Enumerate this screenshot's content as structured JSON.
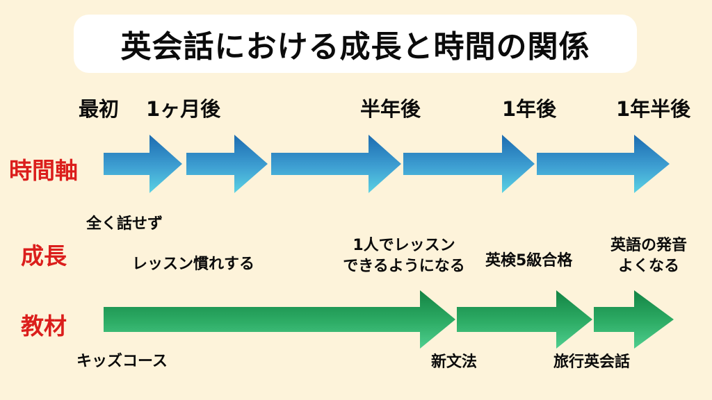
{
  "title": {
    "text": "英会話における成長と時間の関係",
    "box_color": "#FFFFFF",
    "text_color": "#0B0B0B"
  },
  "background_color": "#FDF3DA",
  "accent_colors": {
    "row_label_red": "#DB1E1C",
    "time_arrow_top": "#1C6BB0",
    "time_arrow_bottom": "#5BD2E3",
    "material_arrow_top": "#138343",
    "material_arrow_bottom": "#4FCE8F"
  },
  "timeline": {
    "labels": [
      "最初",
      "1ヶ月後",
      "半年後",
      "1年後",
      "1年半後"
    ]
  },
  "rows": {
    "time": {
      "label": "時間軸"
    },
    "growth": {
      "label": "成長",
      "m1": "全く話せず",
      "m2": "レッスン慣れする",
      "m3_line1": "1人でレッスン",
      "m3_line2": "できるようになる",
      "m4": "英検5級合格",
      "m5_line1": "英語の発音",
      "m5_line2": "よくなる"
    },
    "materials": {
      "label": "教材",
      "m1": "キッズコース",
      "m2": "新文法",
      "m3": "旅行英会話"
    }
  }
}
